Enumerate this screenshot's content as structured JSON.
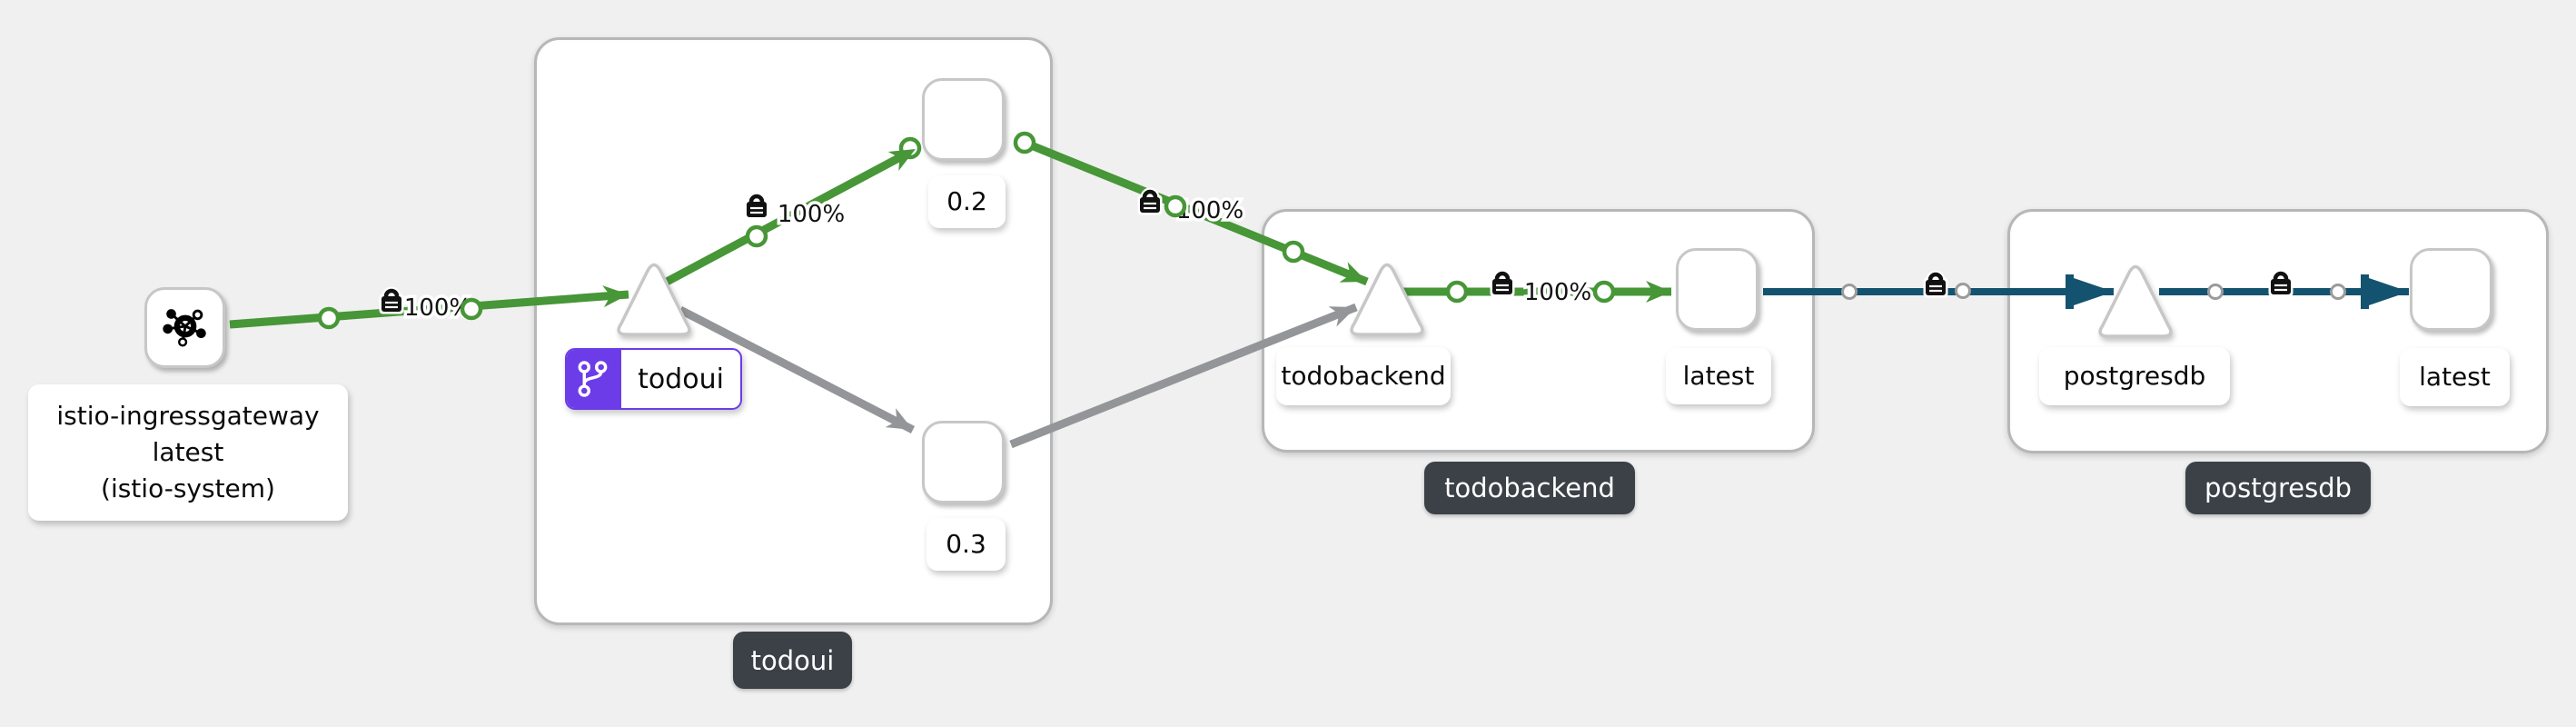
{
  "app": {
    "name": "kiali-graph",
    "background": "#f0f0f0"
  },
  "colors": {
    "http_edge": "#479637",
    "no_traffic_edge": "#939598",
    "tcp_edge": "#14536f",
    "virtual_service_purple": "#6c3ce8",
    "group_badge_bg": "#3b4147",
    "node_fill": "#ffffff",
    "node_border": "#c7c7c7",
    "group_border": "#b5b7b9"
  },
  "nodes": {
    "ingressgateway": {
      "label_line1": "istio-ingressgateway",
      "label_line2": "latest",
      "label_line3": "(istio-system)"
    },
    "todoui_service": {
      "label": "todoui"
    },
    "todoui_v02": {
      "label": "0.2"
    },
    "todoui_v03": {
      "label": "0.3"
    },
    "todobackend_service": {
      "label": "todobackend"
    },
    "todobackend_latest": {
      "label": "latest"
    },
    "postgresdb_service": {
      "label": "postgresdb"
    },
    "postgresdb_latest": {
      "label": "latest"
    }
  },
  "groups": {
    "todoui": {
      "label": "todoui"
    },
    "todobackend": {
      "label": "todobackend"
    },
    "postgresdb": {
      "label": "postgresdb"
    }
  },
  "edges": {
    "ingress_to_todoui": {
      "label": "100%",
      "mtls": true,
      "protocol": "http"
    },
    "todoui_to_v02": {
      "label": "100%",
      "mtls": true,
      "protocol": "http"
    },
    "v02_to_todobackend": {
      "label": "100%",
      "mtls": true,
      "protocol": "http"
    },
    "todoui_to_v03": {
      "label": "",
      "protocol": "none"
    },
    "v03_to_todobackend": {
      "label": "",
      "protocol": "none"
    },
    "todobackend_to_latest": {
      "label": "100%",
      "mtls": true,
      "protocol": "http"
    },
    "latest_to_postgresdb": {
      "label": "",
      "mtls": true,
      "protocol": "tcp"
    },
    "postgresdb_to_latest": {
      "label": "",
      "mtls": true,
      "protocol": "tcp"
    }
  }
}
